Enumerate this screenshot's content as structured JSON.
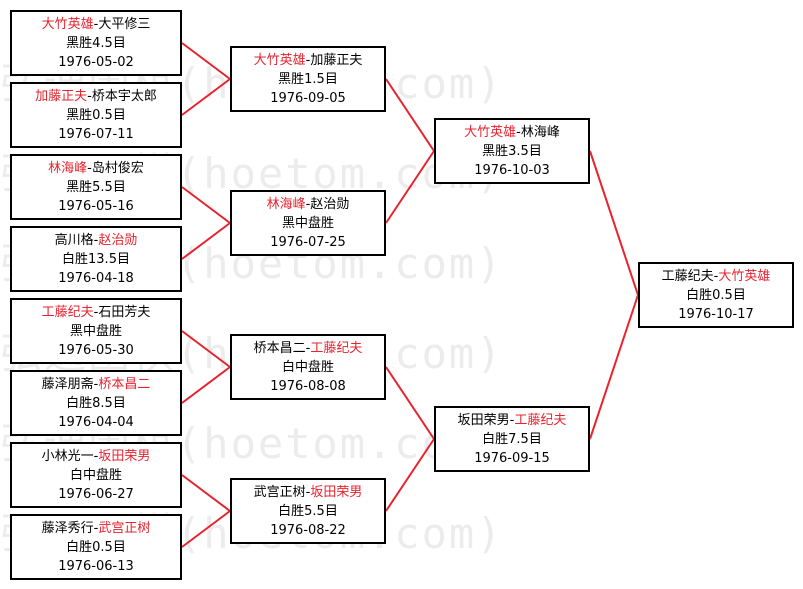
{
  "watermark": "弘通围棋(hoetom.com)",
  "colors": {
    "winner": "#e8232e",
    "connector": "#e8232e"
  },
  "round1": [
    {
      "p1": "大竹英雄",
      "p2": "大平修三",
      "winner": 1,
      "result": "黑胜4.5目",
      "date": "1976-05-02"
    },
    {
      "p1": "加藤正夫",
      "p2": "桥本宇太郎",
      "winner": 1,
      "result": "黑胜0.5目",
      "date": "1976-07-11"
    },
    {
      "p1": "林海峰",
      "p2": "岛村俊宏",
      "winner": 1,
      "result": "黑胜5.5目",
      "date": "1976-05-16"
    },
    {
      "p1": "高川格",
      "p2": "赵治勋",
      "winner": 2,
      "result": "白胜13.5目",
      "date": "1976-04-18"
    },
    {
      "p1": "工藤纪夫",
      "p2": "石田芳夫",
      "winner": 1,
      "result": "黑中盘胜",
      "date": "1976-05-30"
    },
    {
      "p1": "藤泽朋斋",
      "p2": "桥本昌二",
      "winner": 2,
      "result": "白胜8.5目",
      "date": "1976-04-04"
    },
    {
      "p1": "小林光一",
      "p2": "坂田荣男",
      "winner": 2,
      "result": "白中盘胜",
      "date": "1976-06-27"
    },
    {
      "p1": "藤泽秀行",
      "p2": "武宫正树",
      "winner": 2,
      "result": "白胜0.5目",
      "date": "1976-06-13"
    }
  ],
  "round2": [
    {
      "p1": "大竹英雄",
      "p2": "加藤正夫",
      "winner": 1,
      "result": "黑胜1.5目",
      "date": "1976-09-05"
    },
    {
      "p1": "林海峰",
      "p2": "赵治勋",
      "winner": 1,
      "result": "黑中盘胜",
      "date": "1976-07-25"
    },
    {
      "p1": "桥本昌二",
      "p2": "工藤纪夫",
      "winner": 2,
      "result": "白中盘胜",
      "date": "1976-08-08"
    },
    {
      "p1": "武宫正树",
      "p2": "坂田荣男",
      "winner": 2,
      "result": "白胜5.5目",
      "date": "1976-08-22"
    }
  ],
  "round3": [
    {
      "p1": "大竹英雄",
      "p2": "林海峰",
      "winner": 1,
      "result": "黑胜3.5目",
      "date": "1976-10-03"
    },
    {
      "p1": "坂田荣男",
      "p2": "工藤纪夫",
      "winner": 2,
      "result": "白胜7.5目",
      "date": "1976-09-15"
    }
  ],
  "final": [
    {
      "p1": "工藤纪夫",
      "p2": "大竹英雄",
      "winner": 2,
      "result": "白胜0.5目",
      "date": "1976-10-17"
    }
  ]
}
